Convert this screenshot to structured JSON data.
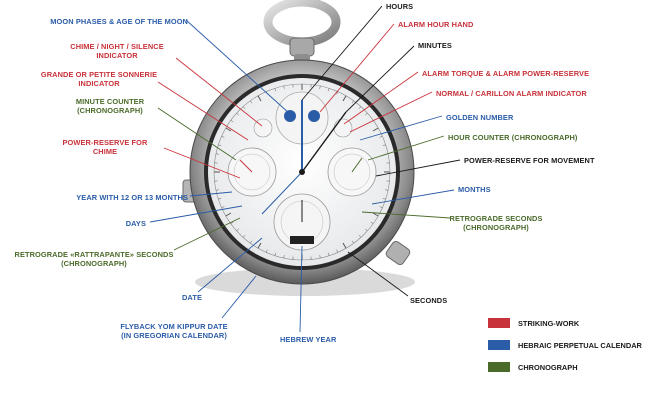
{
  "colors": {
    "striking": "#c8323a",
    "hebraic": "#2a5ca8",
    "chronograph": "#4a6a2a",
    "neutral": "#1a1a1a"
  },
  "labels": {
    "moon_phases": "MOON PHASES & AGE OF THE MOON",
    "chime_l1": "CHIME / NIGHT / SILENCE",
    "chime_l2": "INDICATOR",
    "sonnerie_l1": "GRANDE OR PETITE SONNERIE",
    "sonnerie_l2": "INDICATOR",
    "minute_counter_l1": "MINUTE COUNTER",
    "minute_counter_l2": "(CHRONOGRAPH)",
    "power_chime_l1": "POWER-RESERVE FOR",
    "power_chime_l2": "CHIME",
    "year_months": "YEAR WITH 12 OR 13 MONTHS",
    "days": "DAYS",
    "rattrapante_l1": "RETROGRADE «RATTRAPANTE» SECONDS",
    "rattrapante_l2": "(CHRONOGRAPH)",
    "date": "DATE",
    "yom_kippur_l1": "FLYBACK YOM KIPPUR DATE",
    "yom_kippur_l2": "(IN GREGORIAN CALENDAR)",
    "hebrew_year": "HEBREW YEAR",
    "seconds": "SECONDS",
    "retro_seconds_l1": "RETROGRADE SECONDS",
    "retro_seconds_l2": "(CHRONOGRAPH)",
    "months": "MONTHS",
    "power_movement": "POWER-RESERVE FOR MOVEMENT",
    "hour_counter": "HOUR COUNTER (CHRONOGRAPH)",
    "golden_number": "GOLDEN NUMBER",
    "carillon": "NORMAL / CARILLON ALARM INDICATOR",
    "alarm_torque": "ALARM TORQUE & ALARM POWER-RESERVE",
    "minutes": "MINUTES",
    "alarm_hour_hand": "ALARM HOUR HAND",
    "hours": "HOURS"
  },
  "legend": [
    {
      "label": "STRIKING-WORK",
      "color": "#c8323a"
    },
    {
      "label": "HEBRAIC PERPETUAL CALENDAR",
      "color": "#2a5ca8"
    },
    {
      "label": "CHRONOGRAPH",
      "color": "#4a6a2a"
    }
  ]
}
